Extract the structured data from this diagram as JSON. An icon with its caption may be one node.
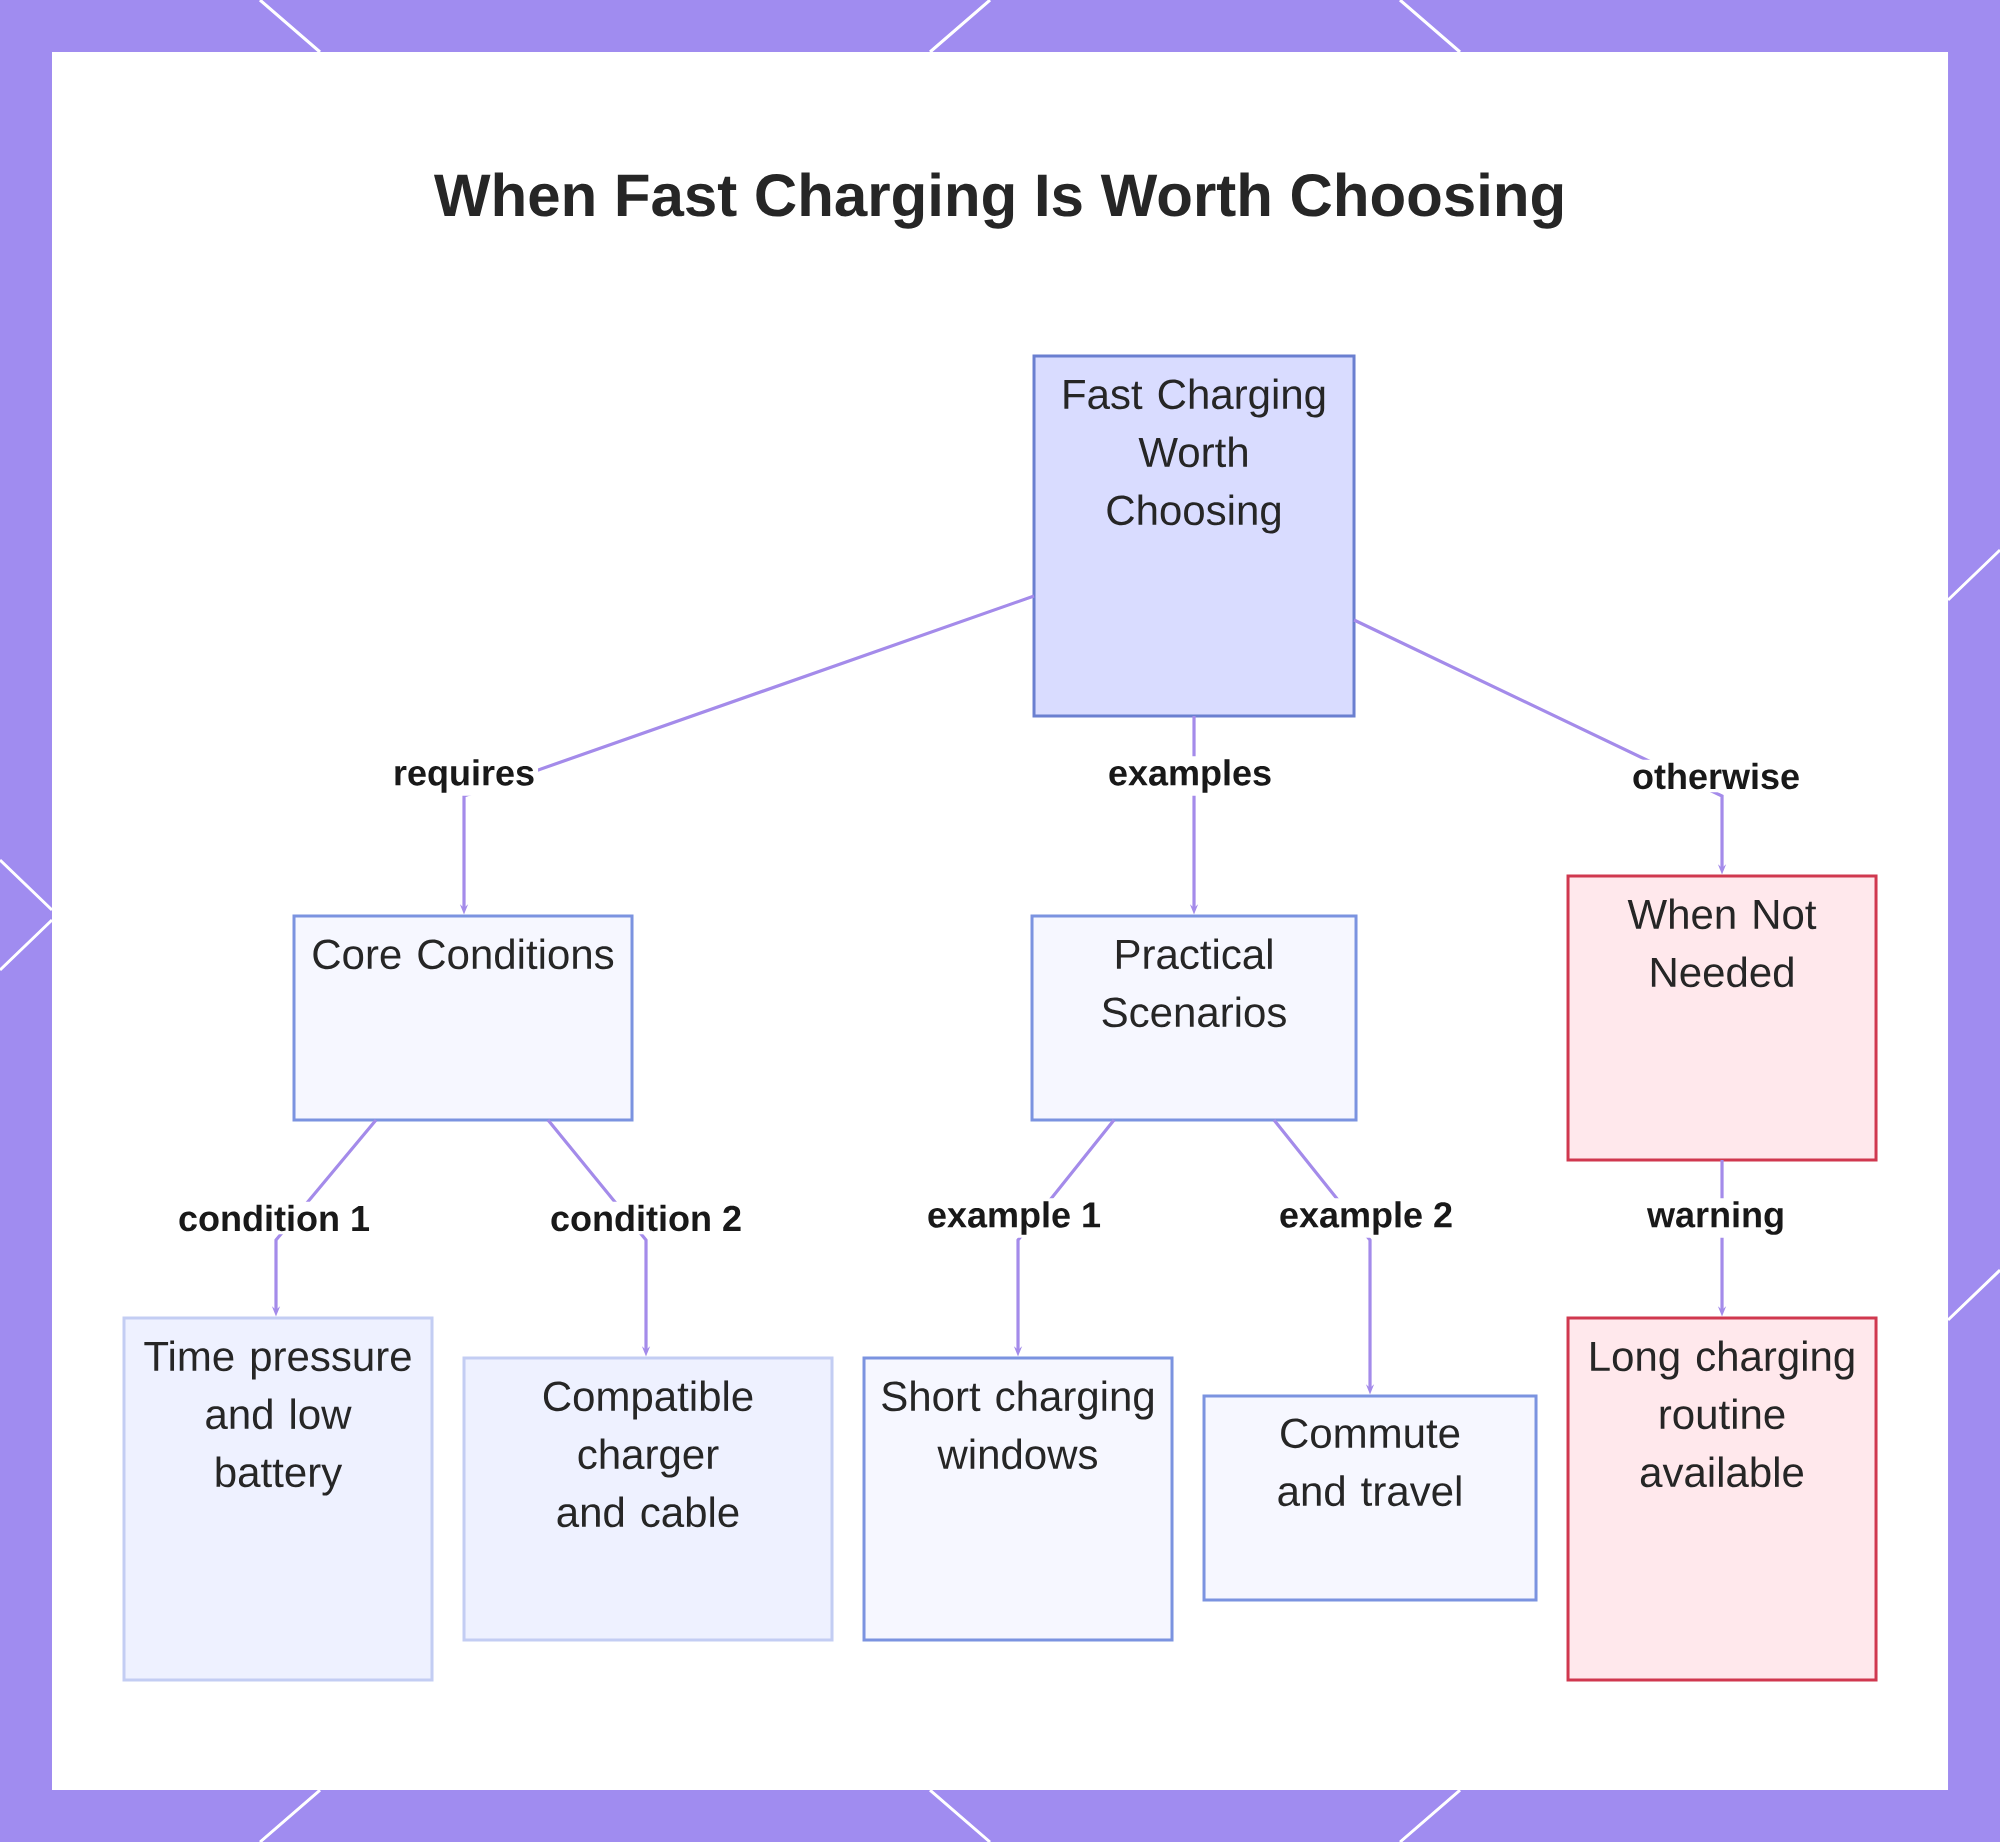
{
  "diagram": {
    "title": "When Fast Charging Is Worth Choosing",
    "nodes": [
      {
        "text": [
          "Fast Charging Worth Choosing"
        ]
      },
      {
        "text": [
          "Core Conditions"
        ]
      },
      {
        "text": [
          "Practical Scenarios"
        ]
      },
      {
        "text": [
          "When Not Needed"
        ]
      },
      {
        "text": [
          "Time pressure and low battery"
        ]
      },
      {
        "text": [
          "Compatible charger and cable"
        ]
      },
      {
        "text": [
          "Short charging windows"
        ]
      },
      {
        "text": [
          "Commute and travel"
        ]
      },
      {
        "text": [
          "Long charging routine available"
        ]
      }
    ],
    "edges": [
      {
        "from": 0,
        "to": 1,
        "arrow": "to",
        "label": "requires"
      },
      {
        "from": 0,
        "to": 2,
        "arrow": "to",
        "label": "examples"
      },
      {
        "from": 0,
        "to": 3,
        "arrow": "to",
        "label": "otherwise"
      },
      {
        "from": 1,
        "to": 4,
        "arrow": "to",
        "label": "condition 1"
      },
      {
        "from": 1,
        "to": 5,
        "arrow": "to",
        "label": "condition 2"
      },
      {
        "from": 2,
        "to": 6,
        "arrow": "to",
        "label": "example 1"
      },
      {
        "from": 2,
        "to": 7,
        "arrow": "to",
        "label": "example 2"
      },
      {
        "from": 3,
        "to": 8,
        "arrow": "to",
        "label": "warning"
      }
    ]
  }
}
